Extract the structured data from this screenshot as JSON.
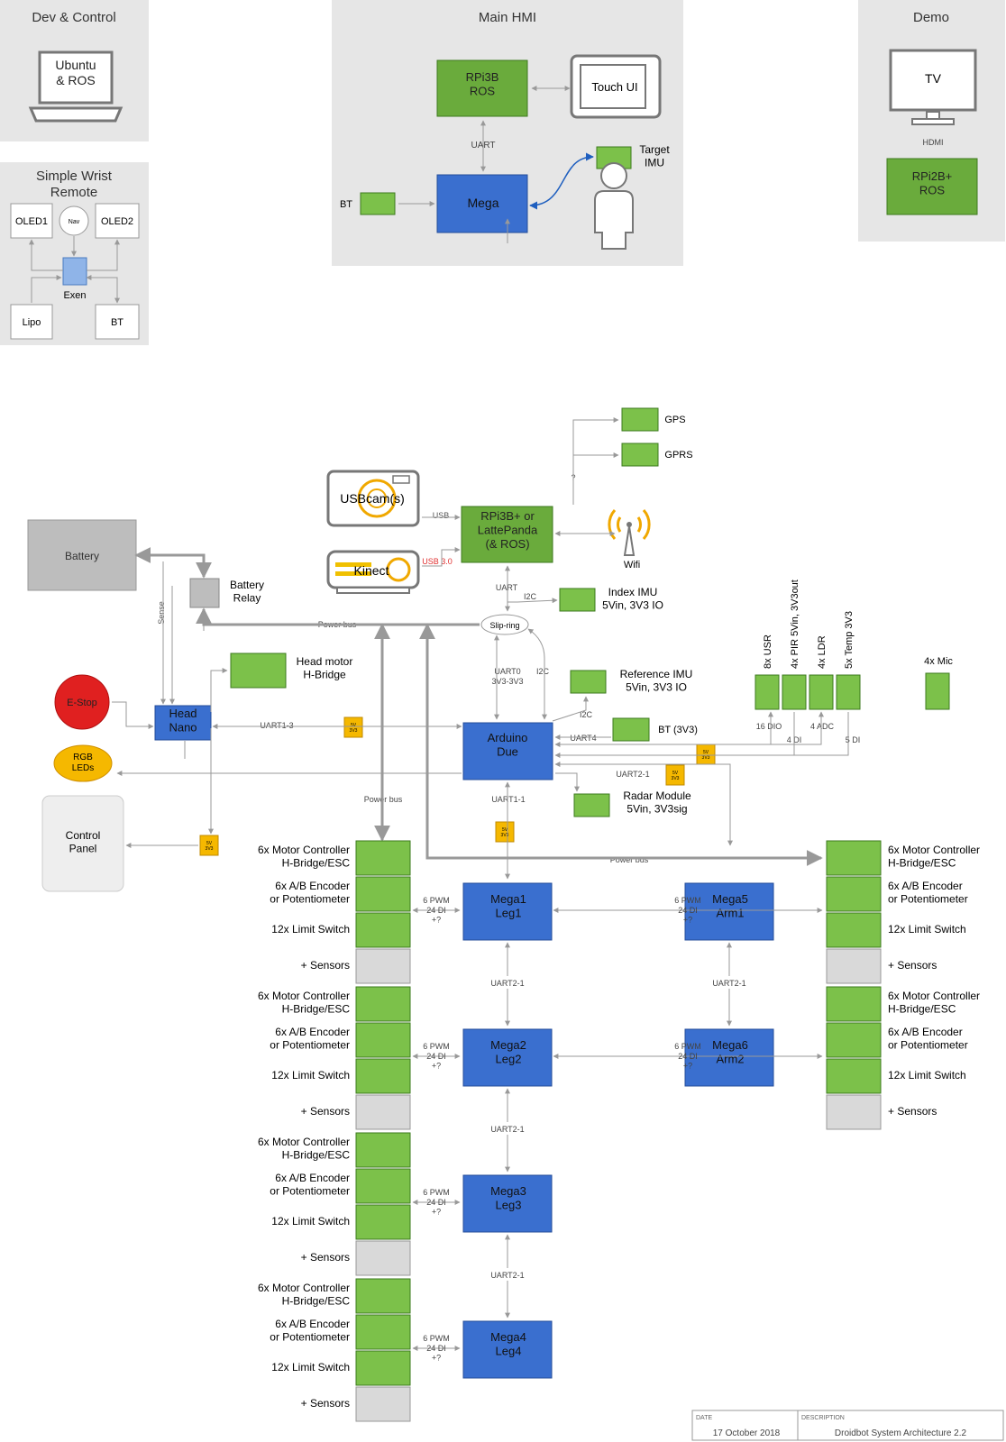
{
  "panels": {
    "dev": {
      "title": "Dev & Control",
      "laptop": "Ubuntu\n& ROS"
    },
    "wrist": {
      "title": "Simple Wrist\nRemote",
      "oled1": "OLED1",
      "nav": "Nav",
      "oled2": "OLED2",
      "exen": "Exen",
      "lipo": "Lipo",
      "bt": "BT"
    },
    "hmi": {
      "title": "Main HMI",
      "rpi": "RPi3B\nROS",
      "touch": "Touch UI",
      "uart": "UART",
      "bt": "BT",
      "mega": "Mega",
      "target": "Target\nIMU"
    },
    "demo": {
      "title": "Demo",
      "tv": "TV",
      "hdmi": "HDMI",
      "rpi": "RPi2B+\nROS"
    }
  },
  "system": {
    "gps": "GPS",
    "gprs": "GPRS",
    "q": "?",
    "usbcam": "USBcam(s)",
    "usb": "USB",
    "rpi": "RPi3B+ or\nLattePanda\n(& ROS)",
    "wifi": "Wifi",
    "kinect": "Kinect",
    "usb3": "USB 3.0",
    "battery": "Battery",
    "relay": "Battery\nRelay",
    "sense": "Sense",
    "uart": "UART",
    "i2c1": "I2C",
    "index_imu": "Index IMU\n5Vin, 3V3 IO",
    "powerbus1": "Power bus",
    "slipring": "Slip-ring",
    "head_motor": "Head motor\nH-Bridge",
    "uart0": "UART0\n3V3-3V3",
    "i2c2": "I2C",
    "ref_imu": "Reference IMU\n5Vin, 3V3 IO",
    "i2c3": "I2C",
    "bt3v3": "BT (3V3)",
    "uart4": "UART4",
    "estop": "E-Stop",
    "head": "Head\nNano",
    "uart13": "UART1-3",
    "due": "Arduino\nDue",
    "rgb": "RGB\nLEDs",
    "uart21a": "UART2-1",
    "radar": "Radar Module\n5Vin, 3V3sig",
    "powerbus2": "Power bus",
    "uart11": "UART1-1",
    "control": "Control\nPanel",
    "powerbus3": "Power bus",
    "conv": "5V\n3V3",
    "sensors_top": [
      "8x USR",
      "4x PIR 5Vin, 3V3out",
      "4x LDR",
      "5x Temp 3V3"
    ],
    "sensors_bot": [
      "16 DIO",
      "4 DI",
      "4 ADC",
      "5 DI"
    ],
    "mic": "4x Mic"
  },
  "controllers": [
    {
      "label": "Mega1\nLeg1"
    },
    {
      "label": "Mega2\nLeg2"
    },
    {
      "label": "Mega3\nLeg3"
    },
    {
      "label": "Mega4\nLeg4"
    },
    {
      "label": "Mega5\nArm1"
    },
    {
      "label": "Mega6\nArm2"
    }
  ],
  "stack_labels": [
    "6x Motor Controller\nH-Bridge/ESC",
    "6x A/B Encoder\nor Potentiometer",
    "12x Limit Switch",
    "+ Sensors"
  ],
  "link_label": "6 PWM\n24 DI\n+?",
  "uart21": "UART2-1",
  "footer": {
    "date_hdr": "DATE",
    "desc_hdr": "DESCRIPTION",
    "date": "17 October 2018",
    "desc": "Droidbot System Architecture 2.2"
  }
}
